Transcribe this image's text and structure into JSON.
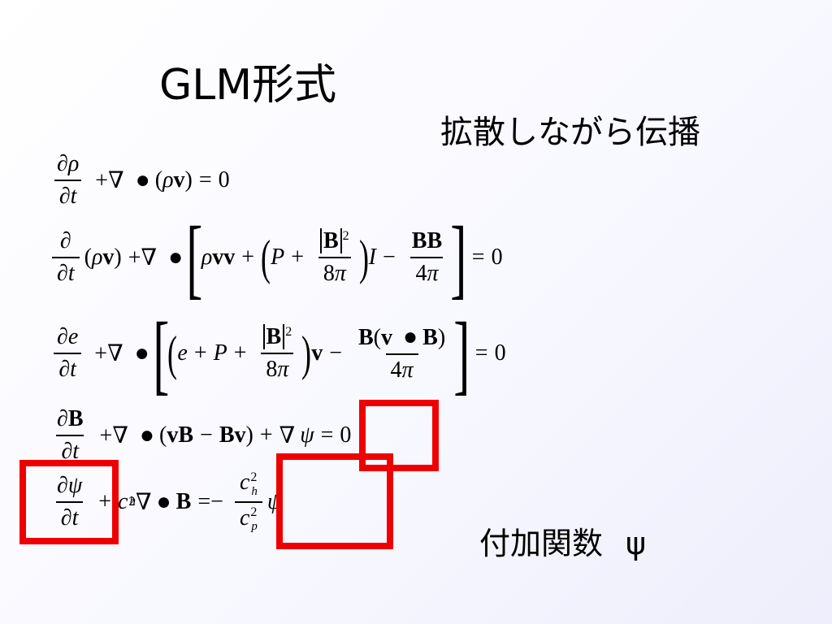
{
  "slide": {
    "title": "GLM形式",
    "subtitle": "拡散しながら伝播",
    "note_label": "付加関数",
    "note_symbol": "ψ"
  },
  "equations": [
    "∂ρ/∂t + ∇•(ρv) = 0",
    "∂/∂t(ρv) + ∇•[ρvv + (P + |B|²/8π)I − BB/4π] = 0",
    "∂e/∂t + ∇•[(e + P + |B|²/8π)v − B(v•B)/4π] = 0",
    "∂B/∂t + ∇•(vB − Bv) + ∇ψ = 0",
    "∂ψ/∂t + c_h²∇•B = −(c_h²/c_p²)ψ"
  ],
  "highlight_color": "#ee0000"
}
